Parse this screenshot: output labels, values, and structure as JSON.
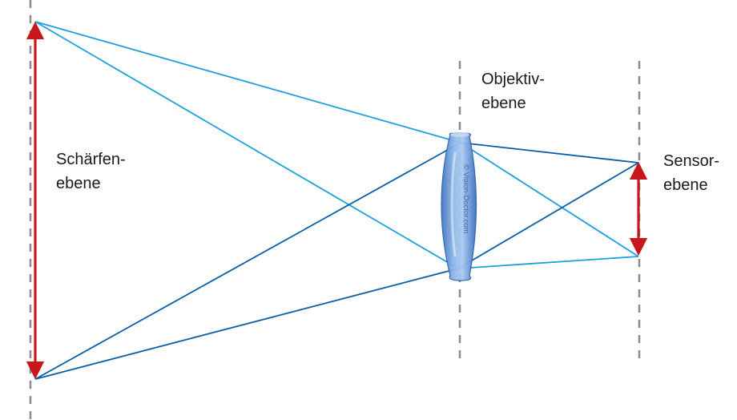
{
  "labels": {
    "focal_plane": {
      "line1": "Schärfen-",
      "line2": "ebene"
    },
    "lens_plane": {
      "line1": "Objektiv-",
      "line2": "ebene"
    },
    "sensor_plane": {
      "line1": "Sensor-",
      "line2": "ebene"
    }
  },
  "watermark": "© Vision-Doctor.com",
  "colors": {
    "plane_line": "#8c8c8c",
    "ray_light": "#1e9fe0",
    "ray_dark": "#0a5ea8",
    "arrow": "#c8161d",
    "lens_fill": "#5b8fd4",
    "text": "#1a1a1a"
  }
}
